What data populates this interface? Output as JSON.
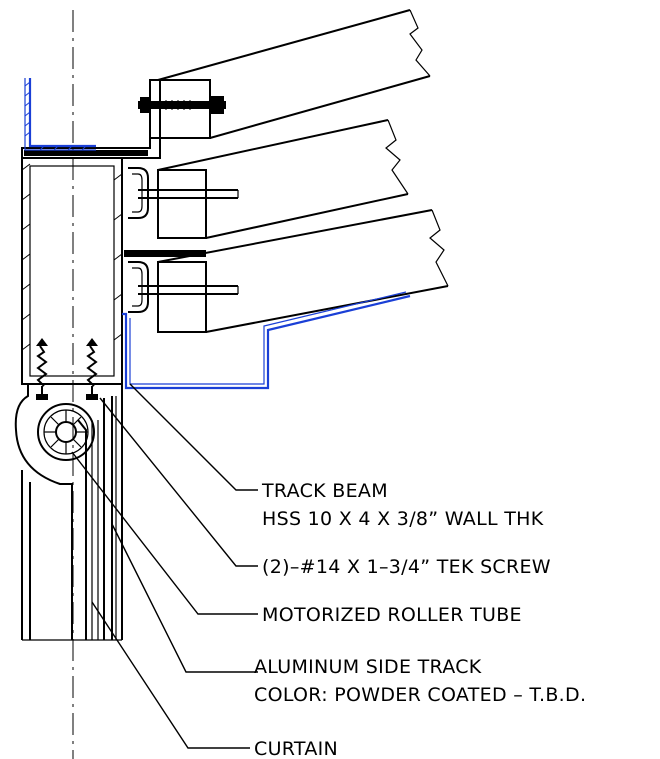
{
  "callouts": [
    {
      "id": "track-beam",
      "lines": [
        "TRACK BEAM",
        "HSS 10 X 4 X 3/8” WALL THK"
      ]
    },
    {
      "id": "tek-screw",
      "lines": [
        "(2)–#14 X 1–3/4” TEK SCREW"
      ]
    },
    {
      "id": "roller-tube",
      "lines": [
        "MOTORIZED ROLLER TUBE"
      ]
    },
    {
      "id": "side-track",
      "lines": [
        "ALUMINUM SIDE TRACK",
        "COLOR: POWDER COATED – T.B.D."
      ]
    },
    {
      "id": "curtain",
      "lines": [
        "CURTAIN"
      ]
    }
  ],
  "colors": {
    "line": "#000000",
    "flashing": "#1a3fd6"
  }
}
